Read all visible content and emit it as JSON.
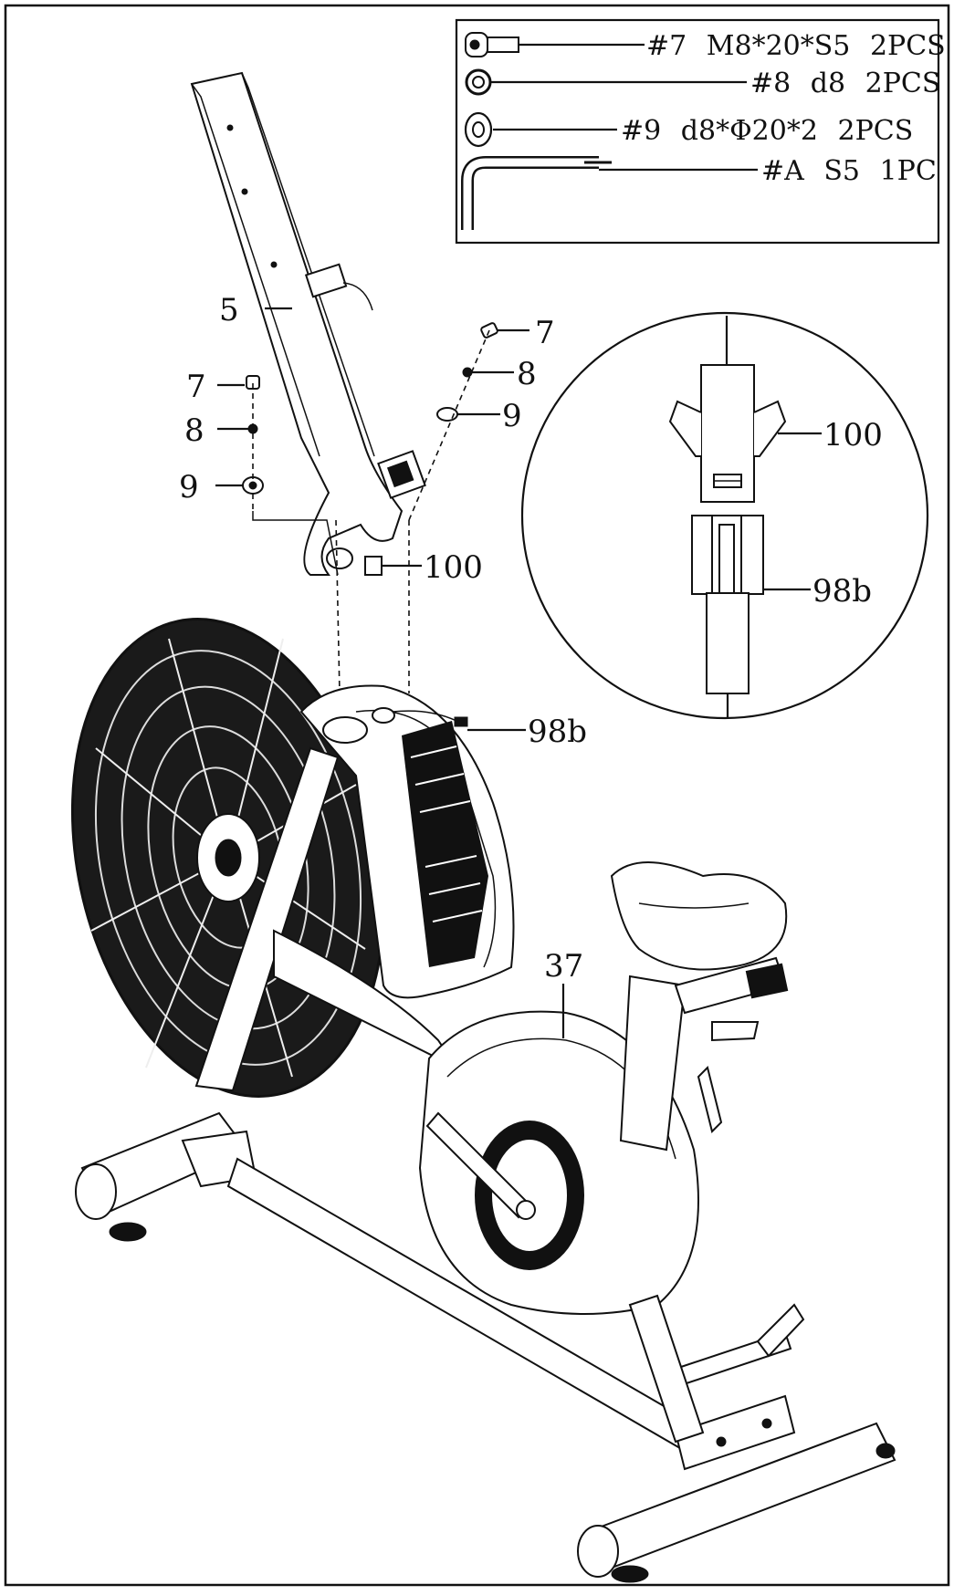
{
  "legend": {
    "items": [
      {
        "code": "#7",
        "spec": "M8*20*S5",
        "qty": "2PCS",
        "icon": "bolt-icon"
      },
      {
        "code": "#8",
        "spec": "d8",
        "qty": "2PCS",
        "icon": "spring-washer-icon"
      },
      {
        "code": "#9",
        "spec": "d8*Φ20*2",
        "qty": "2PCS",
        "icon": "flat-washer-icon"
      },
      {
        "code": "#A",
        "spec": "S5",
        "qty": "1PC",
        "icon": "allen-key-icon"
      }
    ]
  },
  "callouts": {
    "upright": "5",
    "left_bolt": "7",
    "left_spring_washer": "8",
    "left_flat_washer": "9",
    "right_bolt": "7",
    "right_spring_washer": "8",
    "right_flat_washer": "9",
    "connector_upper": "100",
    "connector_lower": "98b",
    "frame": "37"
  },
  "detail": {
    "connector_upper": "100",
    "connector_lower": "98b"
  }
}
